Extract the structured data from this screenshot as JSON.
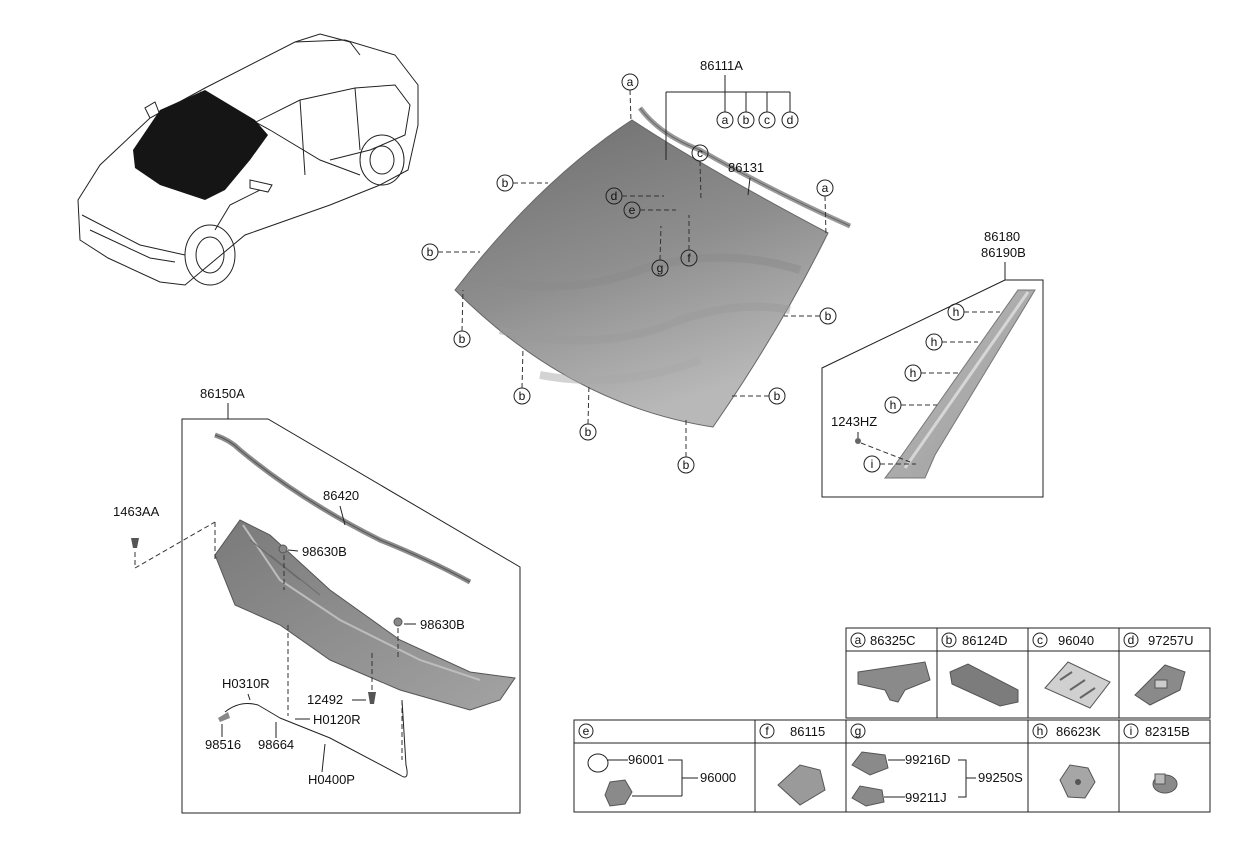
{
  "main_labels": {
    "windshield_assy": "86111A",
    "windshield_molding": "86131",
    "pillar_trim_1": "86180",
    "pillar_trim_2": "86190B",
    "pillar_screw": "1243HZ",
    "cowl_panel_assy": "86150A",
    "cowl_seal": "86420",
    "cowl_fastener": "1463AA",
    "cowl_cap_upper": "98630B",
    "cowl_cap_lower": "98630B",
    "cowl_clip": "12492",
    "hose_r": "H0310R",
    "hose_connector": "H0120R",
    "nozzle": "98516",
    "check_valve": "98664",
    "hose_p": "H0400P"
  },
  "callout_letters": {
    "a": "a",
    "b": "b",
    "c": "c",
    "d": "d",
    "e": "e",
    "f": "f",
    "g": "g",
    "h": "h",
    "i": "i"
  },
  "legend": {
    "row1": [
      {
        "letter": "a",
        "part": "86325C"
      },
      {
        "letter": "b",
        "part": "86124D"
      },
      {
        "letter": "c",
        "part": "96040"
      },
      {
        "letter": "d",
        "part": "97257U"
      }
    ],
    "row2": [
      {
        "letter": "e",
        "part": ""
      },
      {
        "letter": "f",
        "part": "86115"
      },
      {
        "letter": "g",
        "part": ""
      },
      {
        "letter": "h",
        "part": "86623K"
      },
      {
        "letter": "i",
        "part": "82315B"
      }
    ],
    "e_sub": {
      "item": "96001",
      "assy": "96000"
    },
    "g_sub": {
      "item1": "99216D",
      "item2": "99211J",
      "assy": "99250S"
    }
  },
  "colors": {
    "glass_dark": "#6f6f6f",
    "glass_light": "#b4b4b4",
    "part_fill": "#8a8a8a",
    "line": "#222222"
  }
}
